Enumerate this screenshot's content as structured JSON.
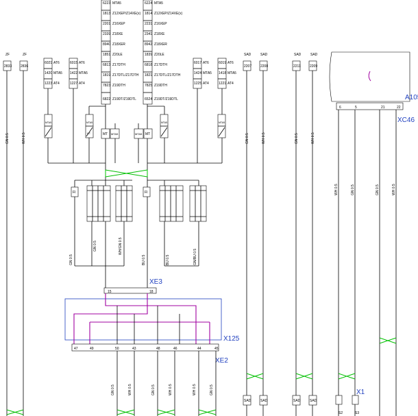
{
  "top_labels": {
    "left_col": [
      "6223",
      "1813",
      "2201",
      "2339",
      "8940",
      "1851",
      "6813",
      "1819",
      "7823",
      "6822"
    ],
    "left_col_text": [
      "MTA5",
      "Z12XEP/Z14XE(x)",
      "Z16XEP",
      "Z18XE",
      "Z18XER",
      "Z20LE",
      "Z17DTH",
      "Z17DTL/Z17DTH",
      "Z19DTH",
      "Z19DT/Z19DTL"
    ],
    "right_col": [
      "6224",
      "1814",
      "2231",
      "2341",
      "8942",
      "1839",
      "6818",
      "1821",
      "7825",
      "6524"
    ],
    "right_col_text": [
      "MTA5",
      "Z12XEP/Z14XE(x)",
      "Z16XEP",
      "Z18XE",
      "Z18XER",
      "Z20LE",
      "Z17DTH",
      "Z17DTL/Z17DTH",
      "Z19DTH",
      "Z19DT/Z19DTL"
    ]
  },
  "small_boxes": {
    "zf": [
      "ZF",
      "ZF"
    ],
    "zf_codes": [
      "2833",
      "2836"
    ],
    "at6_left_a": [
      "6021",
      "1420",
      "1223"
    ],
    "at6_left_a_text": [
      "AT6",
      "MTA5",
      "AT4"
    ],
    "at6_left_b": [
      "6015",
      "1422",
      "1227"
    ],
    "at6_left_b_text": [
      "AT6",
      "MTA5",
      "AT4"
    ],
    "at6_right_a": [
      "6017",
      "1424",
      "1225"
    ],
    "at6_right_a_text": [
      "AT6",
      "MTA5",
      "AT4"
    ],
    "at6_right_b": [
      "6019",
      "1418",
      "1221"
    ],
    "at6_right_b_text": [
      "AT6",
      "MTA5",
      "AT4"
    ],
    "sad": [
      "SAD",
      "SAD",
      "SAD",
      "SAD"
    ],
    "sad_codes": [
      "2207",
      "2208",
      "2211",
      "2209"
    ]
  },
  "components": {
    "mt_left": "MT",
    "mta5_left": "MTA5",
    "mt_right": "MT",
    "mta5_right": "MTA5",
    "fuse_left": "FI",
    "fuse_right": "FI"
  },
  "rotated_labels": {
    "gn05_a": "GN 0.5",
    "wh05_a": "WH 0.5",
    "gn05_b": "GN 0.5",
    "wh05_b": "WH 0.5",
    "gn05_c": "GN 0.5",
    "wh05_c": "WH 0.5",
    "mid_gn": "GN 0.5",
    "mid_gn2": "GN 0.5",
    "mid_wh": "WH/GN 0.5",
    "mid_bu": "BU 0.5",
    "mid_bu2": "BU 0.5",
    "mid_gnbu": "GN/BU 0.5",
    "r_wh": "WH 0.5",
    "r_gn": "GN 0.5",
    "r_gn2": "GN 0.5",
    "r_wh2": "WH 0.5",
    "b_gn": "GN 0.5",
    "b_wh": "WH 0.5",
    "b_gn2": "GN 0.5",
    "b_wh2": "WH 0.5",
    "b_wh3": "WH 0.5",
    "b_gn3": "GN 0.5"
  },
  "connectors": {
    "xe3": "XE3",
    "xe3_pin_a": "15",
    "xe3_pin_b": "18",
    "x125": "X125",
    "xe2": "XE2",
    "xe2_pins": [
      "47",
      "49",
      "50",
      "43",
      "48",
      "46",
      "44",
      "45"
    ],
    "a105": "A105",
    "xc46": "XC46",
    "xc46_pins": [
      "6",
      "5",
      "21",
      "22"
    ],
    "x1": "X1",
    "x1_pins": [
      "S2",
      "S3"
    ]
  },
  "bottom_sad": [
    "SAD",
    "SAD",
    "SAD",
    "SAD"
  ],
  "colors": {
    "blue": "#1f3fbf",
    "green": "#00c000",
    "magenta": "#a000a0"
  }
}
